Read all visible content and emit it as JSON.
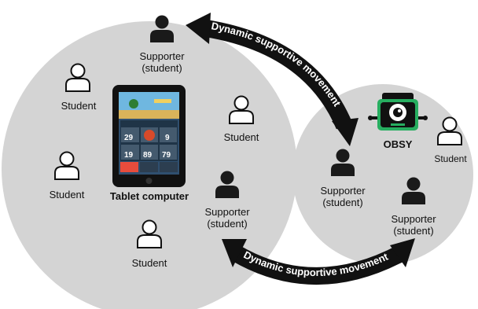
{
  "arrows": {
    "top_label": "Dynamic supportive movement",
    "bottom_label": "Dynamic supportive movement"
  },
  "people": {
    "supporter_top": {
      "line1": "Supporter",
      "line2": "(student)"
    },
    "supporter_mid": {
      "line1": "Supporter",
      "line2": "(student)"
    },
    "supporter_right_mid": {
      "line1": "Supporter",
      "line2": "(student)"
    },
    "supporter_right_bottom": {
      "line1": "Supporter",
      "line2": "(student)"
    },
    "student_top_left": "Student",
    "student_center": "Student",
    "student_left": "Student",
    "student_bottom": "Student",
    "student_right": "Student"
  },
  "tablet": {
    "label": "Tablet computer",
    "tiles": [
      "29",
      "19",
      "89",
      "9",
      "79"
    ]
  },
  "obsy": {
    "label": "OBSY"
  },
  "colors": {
    "circle": "#d4d4d4",
    "supporter": "#1a1a1a",
    "student_fill": "#ffffff",
    "arrow": "#111111",
    "obsy_green": "#27ae60"
  }
}
